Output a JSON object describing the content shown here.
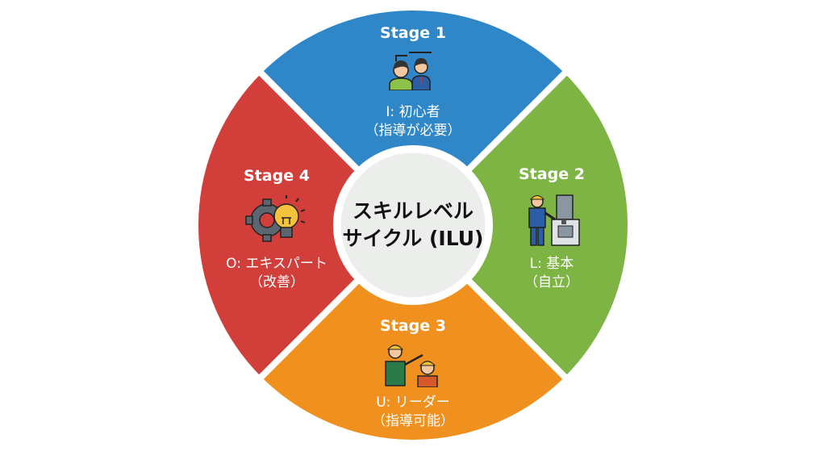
{
  "title": {
    "line1": "スキルレベル",
    "line2": "サイクル (ILU)"
  },
  "colors": {
    "stage1": "#2f87c7",
    "stage2": "#7db443",
    "stage3": "#f0901f",
    "stage4": "#d23f3a",
    "center": "#eceeec"
  },
  "stages": [
    {
      "stage": "Stage 1",
      "name": "I: 初心者",
      "note": "（指導が必要）",
      "icon": "mentor-trainee-icon"
    },
    {
      "stage": "Stage 2",
      "name": "L: 基本",
      "note": "（自立）",
      "icon": "worker-machine-icon"
    },
    {
      "stage": "Stage 3",
      "name": "U: リーダー",
      "note": "（指導可能）",
      "icon": "leader-teaching-icon"
    },
    {
      "stage": "Stage 4",
      "name": "O: エキスパート",
      "note": "（改善）",
      "icon": "gear-lightbulb-icon"
    }
  ]
}
